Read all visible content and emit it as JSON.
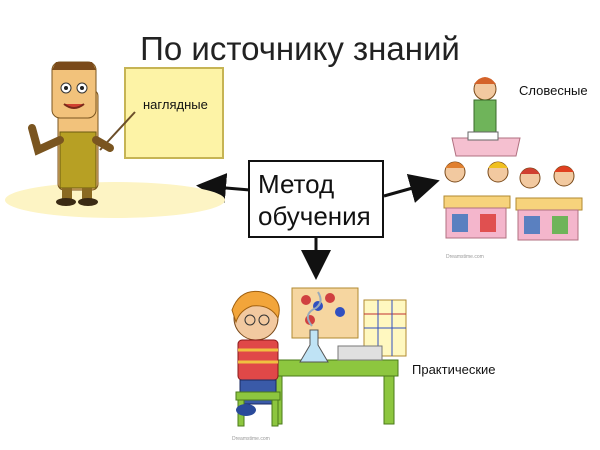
{
  "title": "По источнику знаний",
  "center": {
    "line1": "Метод",
    "line2": "обучения"
  },
  "methods": {
    "visual": "наглядные",
    "verbal": "Словесные",
    "practical": "Практические"
  },
  "colors": {
    "arrow": "#111111",
    "board": "#fdf3a6",
    "teacher_skin": "#f2c27b",
    "teacher_vest": "#b7a024",
    "classroom_bg": "#f9e9ee",
    "desk": "#f7d37c",
    "table_green": "#8dc63f"
  },
  "watermarks": {
    "verbal": "Dreamstime.com",
    "practical": "Dreamstime.com"
  }
}
